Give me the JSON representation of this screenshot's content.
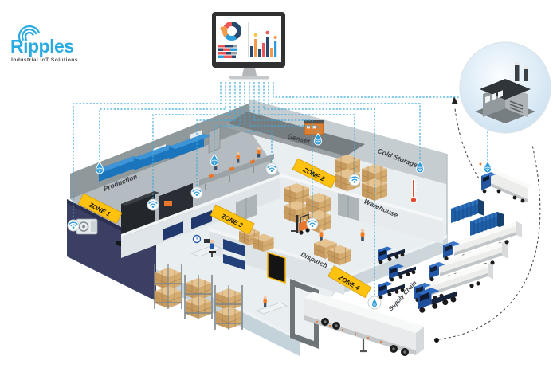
{
  "logo": {
    "name": "Ripples",
    "tagline": "Industrial IoT Solutions"
  },
  "monitor": {
    "description": "IoT analytics dashboard screen",
    "charts": {
      "donut": "donut-chart",
      "stacked": "stacked-bar-chart",
      "columns": "column-chart"
    }
  },
  "facility": {
    "zones": [
      "ZONE 1",
      "ZONE 2",
      "ZONE 3",
      "ZONE 4"
    ],
    "areas": {
      "production": "Production",
      "genset": "Genset",
      "cold_storage": "Cold Storage",
      "warehouse": "Warehouse",
      "dispatch": "Dispatch",
      "supply_chain": "Supply Chain"
    },
    "sensor_count": 12
  },
  "colors": {
    "brand_blue": "#29ABE2",
    "connection_line": "#3FA9DC",
    "zone_banner_yellow": "#F7B500",
    "navy_wall": "#3A3F63",
    "roof_blue": "#1C75BC",
    "truck_blue": "#2458A6",
    "carton_tan": "#D2A76B"
  }
}
